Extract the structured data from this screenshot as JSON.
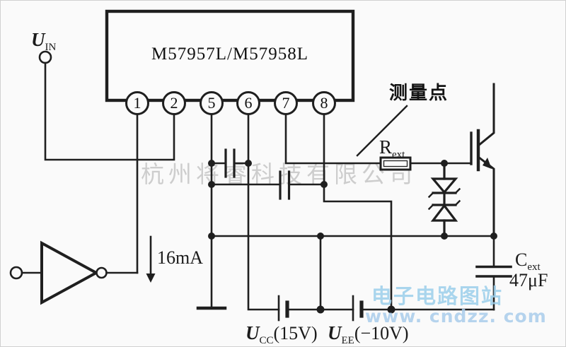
{
  "diagram": {
    "title_ic": "M57957L/M57958L",
    "ic": {
      "pins": [
        "1",
        "2",
        "5",
        "6",
        "7",
        "8"
      ]
    },
    "labels": {
      "u_in": {
        "main": "U",
        "sub": "IN"
      },
      "measure_point": "测量点",
      "r_ext": {
        "main": "R",
        "sub": "ext"
      },
      "c_ext": {
        "main": "C",
        "sub": "ext",
        "value": "47μF"
      },
      "current": "16mA",
      "u_cc": {
        "main": "U",
        "sub": "CC",
        "suffix": "(15V)"
      },
      "u_ee": {
        "main": "U",
        "sub": "EE",
        "suffix": "(−10V)"
      }
    },
    "watermarks": {
      "company": "杭州将睿科技有限公司",
      "site_name": "电子电路图站",
      "site_url": "www. cndzz. com"
    },
    "colors": {
      "line": "#1f1f1f",
      "background": "#fafafa",
      "watermark_gray": "#b3b3b3",
      "watermark_blue": "#9ccfeb"
    }
  }
}
